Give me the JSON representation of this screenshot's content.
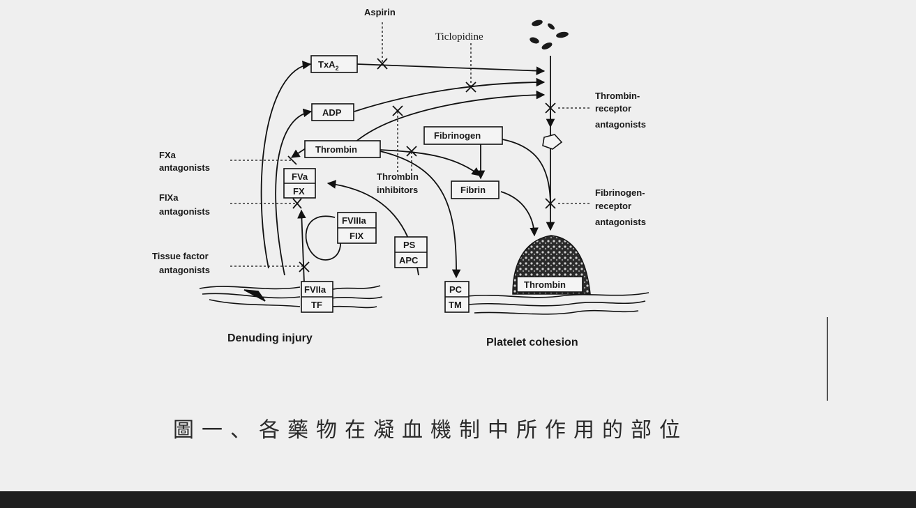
{
  "agents": {
    "aspirin": "Aspirin",
    "ticlopidine": "Ticlopidine",
    "thrombin_receptor": [
      "Thrombin-",
      "receptor",
      "antagonists"
    ],
    "fxa": [
      "FXa",
      "antagonists"
    ],
    "fixa": [
      "FIXa",
      "antagonists"
    ],
    "tissue_factor": [
      "Tissue factor",
      "antagonists"
    ],
    "thrombin_inhibitors": [
      "Thrombin",
      "inhibitors"
    ],
    "fibrinogen_receptor": [
      "Fibrinogen-",
      "receptor",
      "antagonists"
    ]
  },
  "boxes": {
    "txa2": "TxA",
    "txa2_sub": "2",
    "adp": "ADP",
    "thrombin": "Thrombin",
    "fibrinogen": "Fibrinogen",
    "fibrin": "Fibrin",
    "fva": "FVa",
    "fx": "FX",
    "fviiia": "FVIIIa",
    "fix": "FIX",
    "ps": "PS",
    "apc": "APC",
    "fviia": "FVIIa",
    "tf": "TF",
    "pc": "PC",
    "tm": "TM",
    "clot_thrombin": "Thrombin"
  },
  "sites": {
    "denuding": "Denuding injury",
    "platelet": "Platelet cohesion"
  },
  "caption": "圖一、各藥物在凝血機制中所作用的部位"
}
